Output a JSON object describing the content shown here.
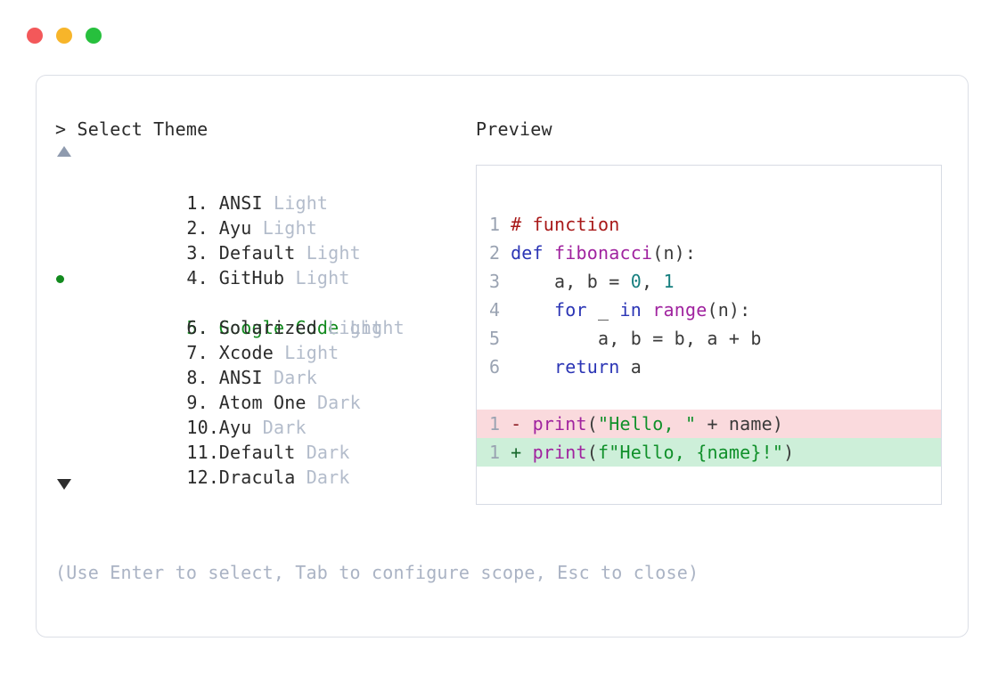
{
  "window": {
    "traffic_lights": [
      {
        "name": "close",
        "color": "#f3585a"
      },
      {
        "name": "minimize",
        "color": "#f7b52a"
      },
      {
        "name": "maximize",
        "color": "#27c03d"
      }
    ]
  },
  "selector": {
    "prompt_caret": ">",
    "prompt_title": "Select Theme",
    "scroll_up_icon": "triangle-up",
    "scroll_down_icon": "triangle-down",
    "selected_index": 5,
    "items": [
      {
        "index": "1.",
        "name": "ANSI",
        "variant": "Light",
        "selected": false
      },
      {
        "index": "2.",
        "name": "Ayu",
        "variant": "Light",
        "selected": false
      },
      {
        "index": "3.",
        "name": "Default",
        "variant": "Light",
        "selected": false
      },
      {
        "index": "4.",
        "name": "GitHub",
        "variant": "Light",
        "selected": false
      },
      {
        "index": "5.",
        "name": "Google Code",
        "variant": "Light",
        "selected": true
      },
      {
        "index": "6.",
        "name": "Solarized",
        "variant": "Light",
        "selected": false
      },
      {
        "index": "7.",
        "name": "Xcode",
        "variant": "Light",
        "selected": false
      },
      {
        "index": "8.",
        "name": "ANSI",
        "variant": "Dark",
        "selected": false
      },
      {
        "index": "9.",
        "name": "Atom One",
        "variant": "Dark",
        "selected": false
      },
      {
        "index": "10.",
        "name": "Ayu",
        "variant": "Dark",
        "selected": false
      },
      {
        "index": "11.",
        "name": "Default",
        "variant": "Dark",
        "selected": false
      },
      {
        "index": "12.",
        "name": "Dracula",
        "variant": "Dark",
        "selected": false
      }
    ],
    "hint": "(Use Enter to select, Tab to configure scope, Esc to close)"
  },
  "preview": {
    "label": "Preview",
    "code_lines": [
      {
        "number": "1",
        "tokens": [
          {
            "text": "# function",
            "type": "comment"
          }
        ]
      },
      {
        "number": "2",
        "tokens": [
          {
            "text": "def ",
            "type": "kw"
          },
          {
            "text": "fibonacci",
            "type": "fn"
          },
          {
            "text": "(n):",
            "type": "plain"
          }
        ]
      },
      {
        "number": "3",
        "tokens": [
          {
            "text": "    a, b = ",
            "type": "plain"
          },
          {
            "text": "0",
            "type": "num"
          },
          {
            "text": ", ",
            "type": "plain"
          },
          {
            "text": "1",
            "type": "num"
          }
        ]
      },
      {
        "number": "4",
        "tokens": [
          {
            "text": "    ",
            "type": "plain"
          },
          {
            "text": "for",
            "type": "kw"
          },
          {
            "text": " _ ",
            "type": "plain"
          },
          {
            "text": "in",
            "type": "kw"
          },
          {
            "text": " ",
            "type": "plain"
          },
          {
            "text": "range",
            "type": "builtin"
          },
          {
            "text": "(n):",
            "type": "plain"
          }
        ]
      },
      {
        "number": "5",
        "tokens": [
          {
            "text": "        a, b = b, a + b",
            "type": "plain"
          }
        ]
      },
      {
        "number": "6",
        "tokens": [
          {
            "text": "    ",
            "type": "plain"
          },
          {
            "text": "return",
            "type": "kw"
          },
          {
            "text": " a",
            "type": "plain"
          }
        ]
      }
    ],
    "diff_lines": [
      {
        "number": "1",
        "sign": "-",
        "kind": "delete",
        "tokens": [
          {
            "text": "print",
            "type": "builtin"
          },
          {
            "text": "(",
            "type": "plain"
          },
          {
            "text": "\"Hello, \"",
            "type": "str"
          },
          {
            "text": " + name)",
            "type": "plain"
          }
        ]
      },
      {
        "number": "1",
        "sign": "+",
        "kind": "add",
        "tokens": [
          {
            "text": "print",
            "type": "builtin"
          },
          {
            "text": "(",
            "type": "plain"
          },
          {
            "text": "f\"Hello, {name}!\"",
            "type": "str"
          },
          {
            "text": ")",
            "type": "plain"
          }
        ]
      }
    ]
  },
  "colors": {
    "comment": "#a81818",
    "keyword": "#2b35b5",
    "function": "#a0239f",
    "number": "#177f7f",
    "string": "#10902a",
    "selected_green": "#128a1e",
    "muted": "#b3bccb",
    "diff_delete_bg": "#fadadd",
    "diff_add_bg": "#cdefd9"
  }
}
